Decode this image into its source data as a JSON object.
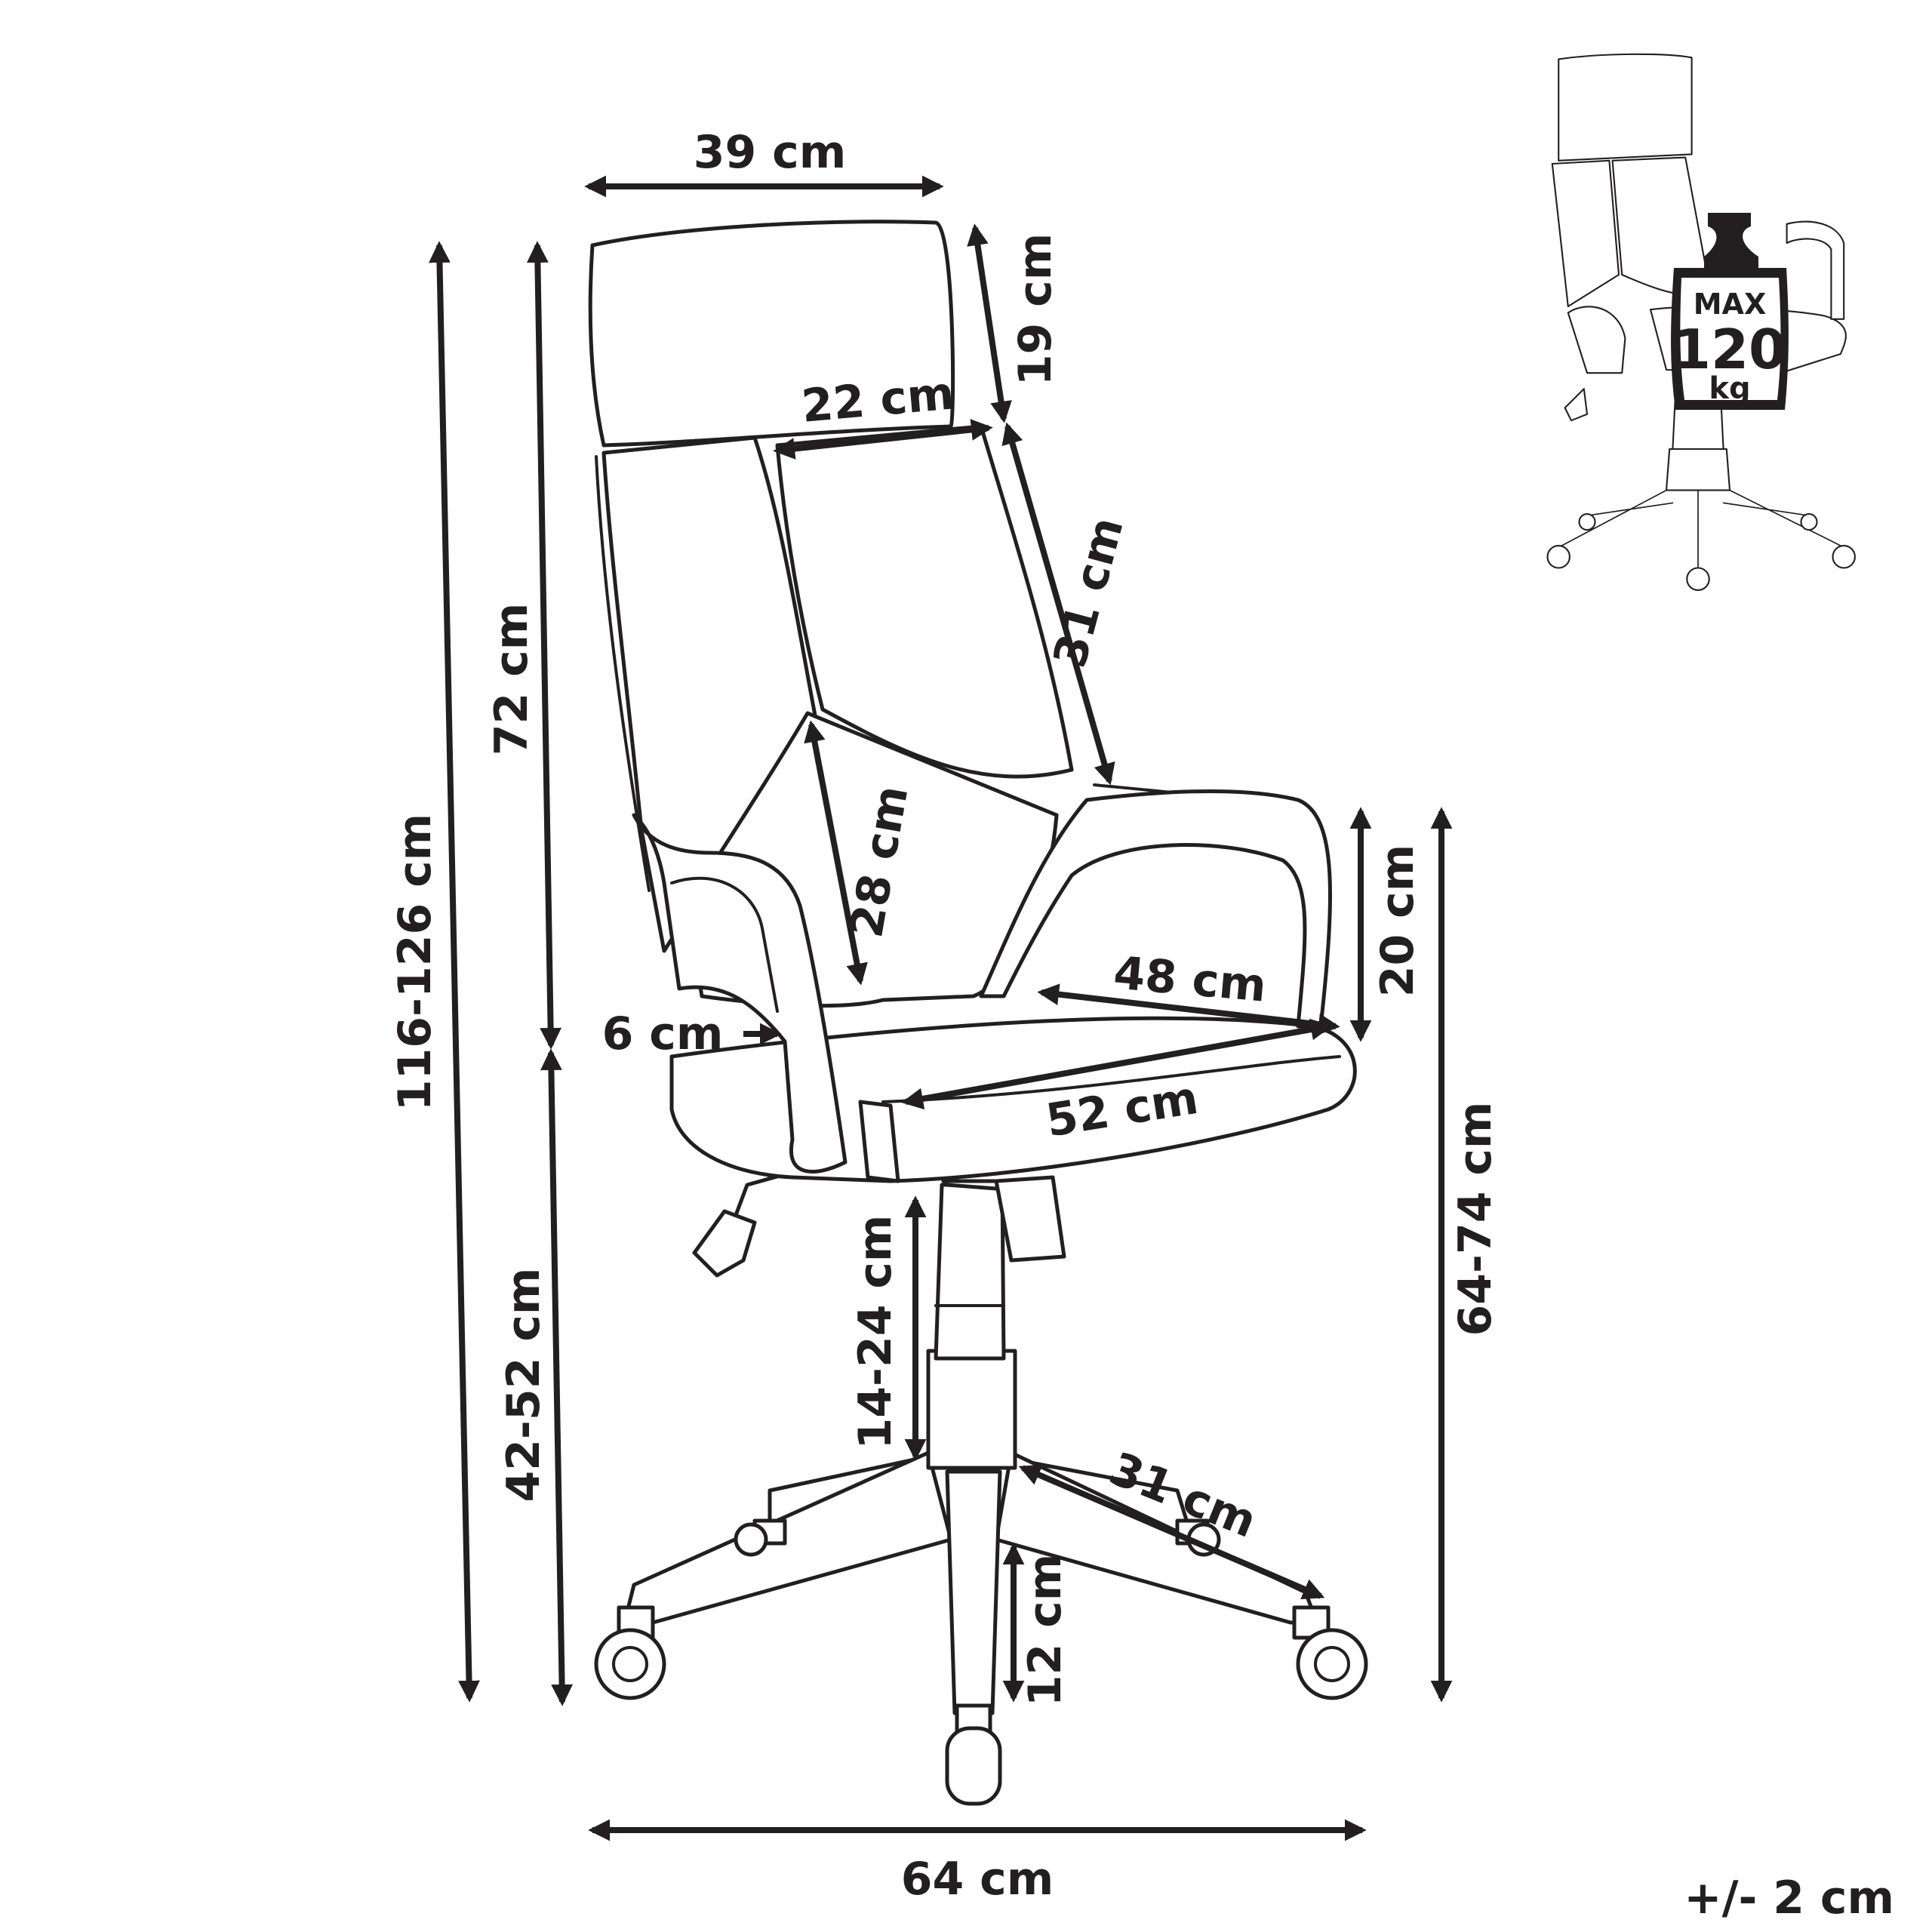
{
  "dimensions": {
    "headrest_width": "39 cm",
    "headrest_height": "19 cm",
    "back_upper_width": "22 cm",
    "back_side_height": "31 cm",
    "backrest_height": "72 cm",
    "total_height": "116-126 cm",
    "back_lower_height": "28 cm",
    "armrest_height": "20 cm",
    "seat_depth": "48 cm",
    "armrest_width": "6 cm",
    "seat_width": "52 cm",
    "seat_height": "42-52 cm",
    "armrest_floor_height": "64-74 cm",
    "gas_lift": "14-24 cm",
    "leg_length": "31 cm",
    "base_height": "12 cm",
    "base_width": "64 cm"
  },
  "max_load": {
    "line1": "MAX",
    "line2": "120",
    "line3": "kg"
  },
  "tolerance": "+/- 2 cm"
}
